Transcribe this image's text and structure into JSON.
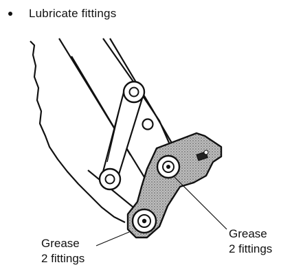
{
  "header": {
    "bullet_text": "Lubricate fittings"
  },
  "callouts": {
    "left": {
      "line1": "Grease",
      "line2": "2 fittings"
    },
    "right": {
      "line1": "Grease",
      "line2": "2 fittings"
    }
  },
  "colors": {
    "ink": "#111111",
    "shade": "#8a8a8a",
    "background": "#ffffff"
  }
}
